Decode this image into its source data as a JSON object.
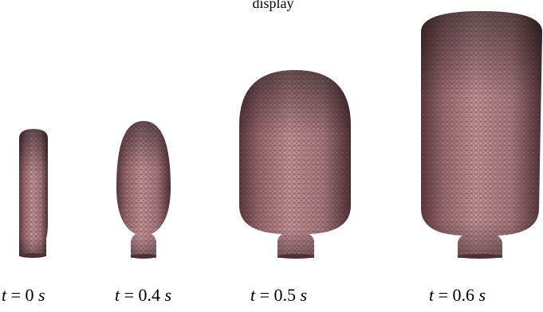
{
  "top_caption": "display",
  "labels": [
    {
      "var": "t",
      "eq": " = ",
      "value": "0",
      "unit": "s"
    },
    {
      "var": "t",
      "eq": " = ",
      "value": "0.4",
      "unit": "s"
    },
    {
      "var": "t",
      "eq": " = ",
      "value": "0.5",
      "unit": "s"
    },
    {
      "var": "t",
      "eq": " = ",
      "value": "0.6",
      "unit": "s"
    }
  ],
  "colors": {
    "mesh_fill": "#b8868b",
    "mesh_dark": "#5a3a3e",
    "mesh_line": "#3d2326",
    "background": "#ffffff"
  }
}
